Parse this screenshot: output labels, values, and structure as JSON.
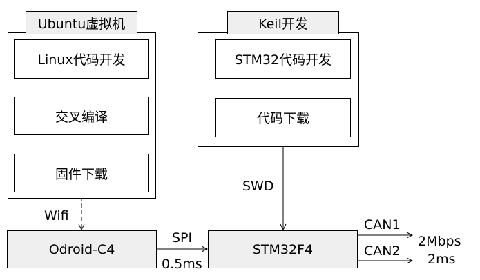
{
  "ubuntu": {
    "title": "Ubuntu虚拟机",
    "steps": [
      "Linux代码开发",
      "交叉编译",
      "固件下载"
    ]
  },
  "keil": {
    "title": "Keil开发",
    "steps": [
      "STM32代码开发",
      "代码下载"
    ]
  },
  "devices": {
    "odroid": "Odroid-C4",
    "stm32": "STM32F4"
  },
  "links": {
    "wifi": "Wifi",
    "swd": "SWD",
    "spi": "SPI",
    "spi_period": "0.5ms",
    "can1": "CAN1",
    "can2": "CAN2",
    "can_rate": "2Mbps",
    "can_period": "2ms"
  }
}
